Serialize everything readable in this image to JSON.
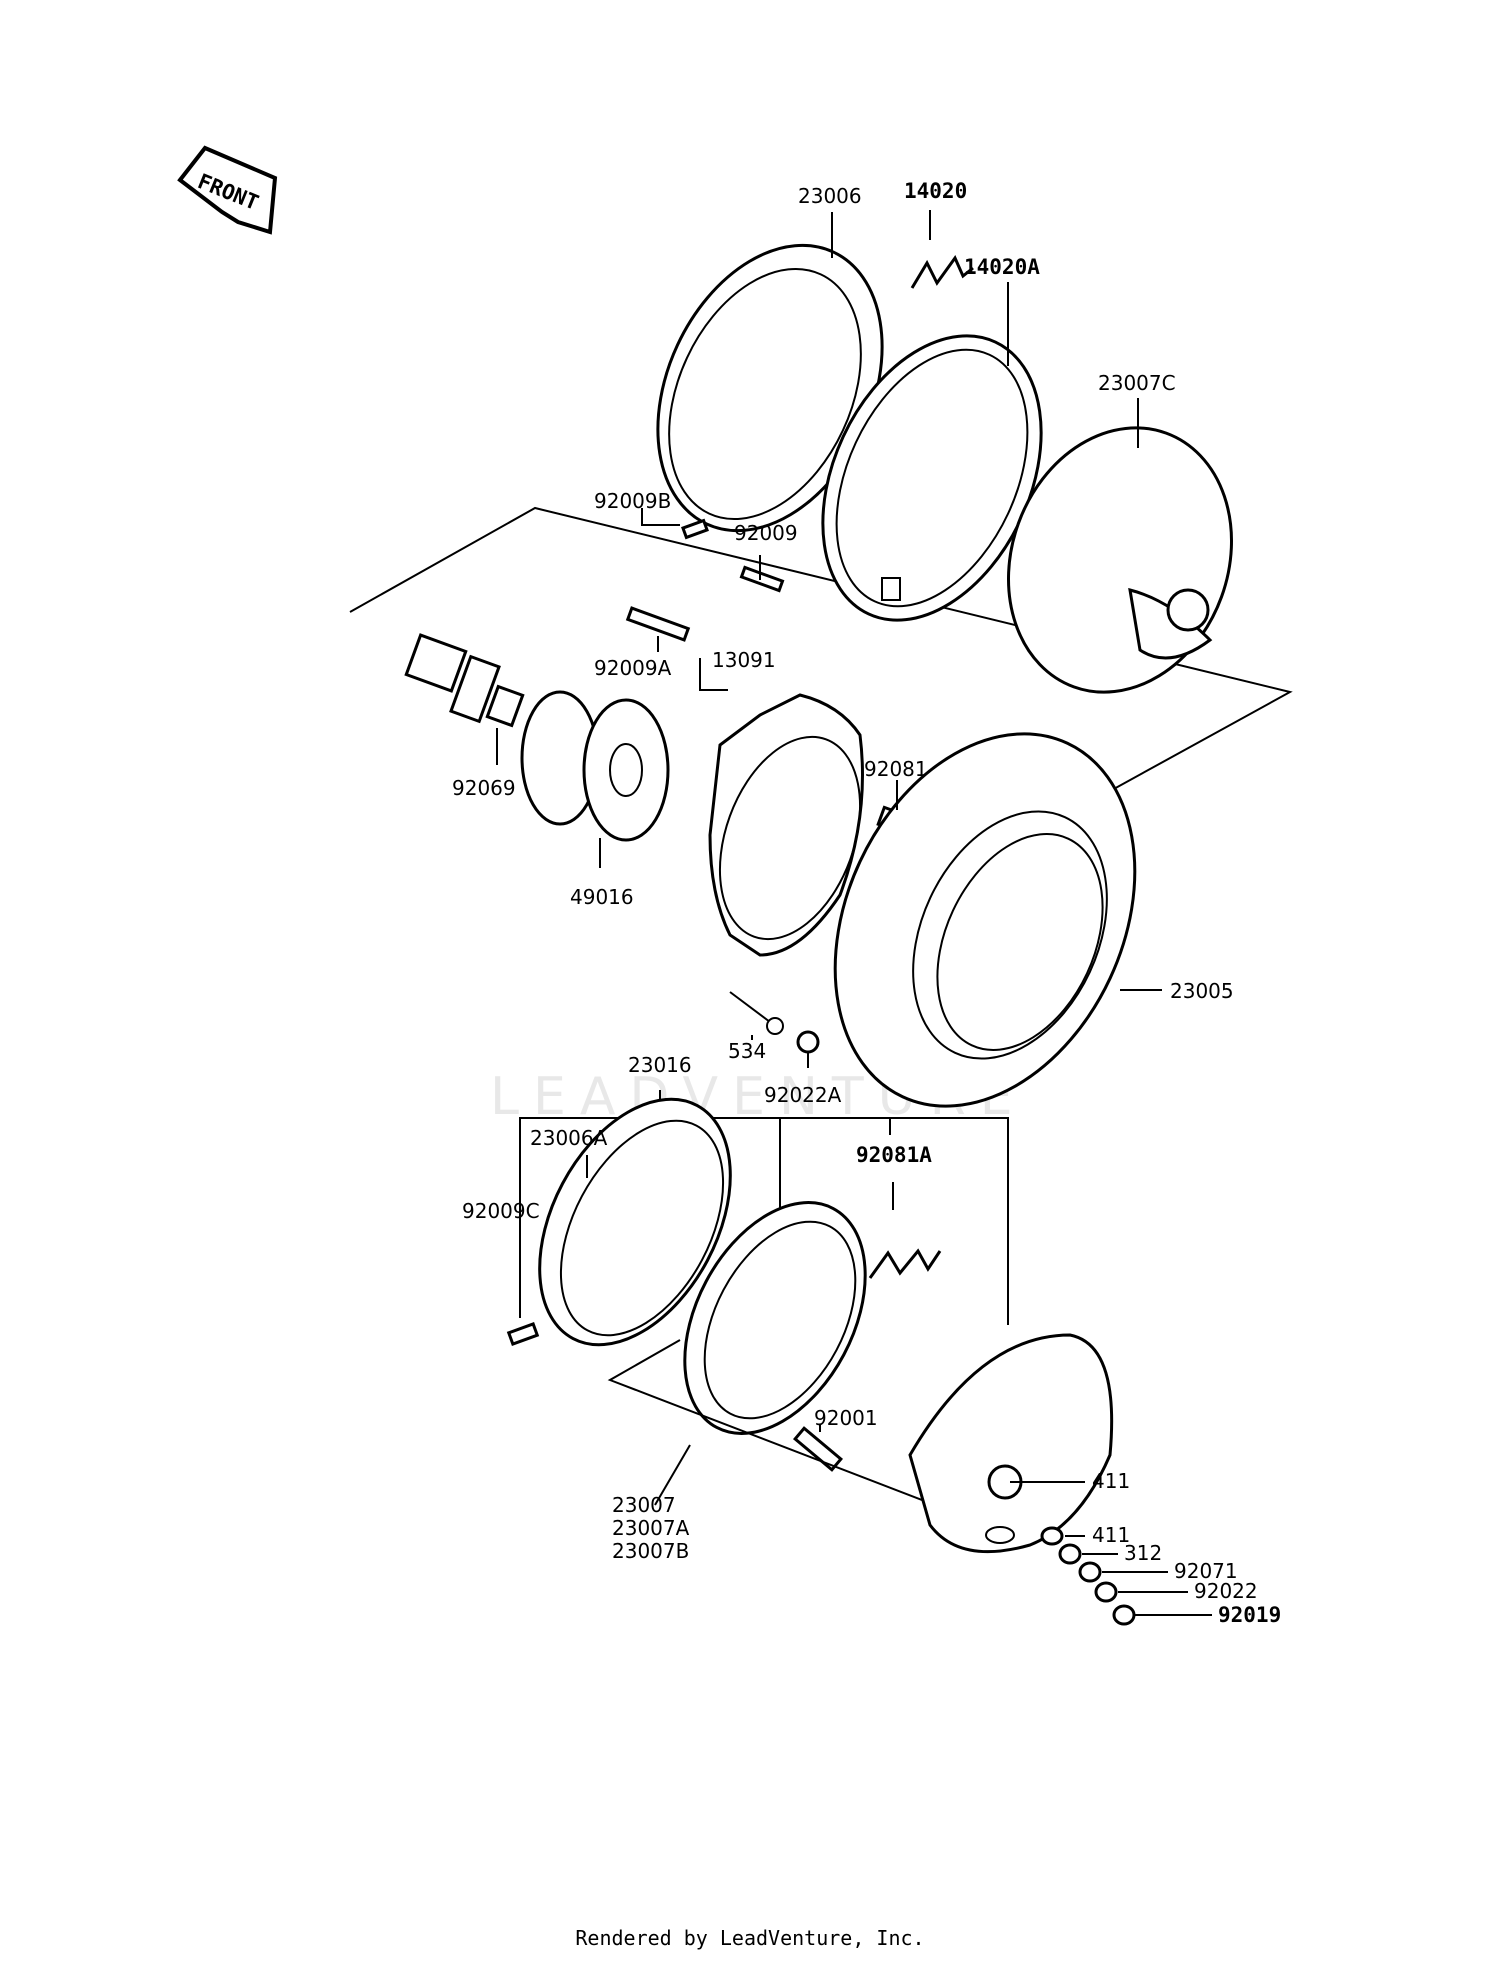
{
  "front_badge": "FRONT",
  "watermark": "LEADVENTURE",
  "footer": "Rendered by LeadVenture, Inc.",
  "labels": {
    "p23006": "23006",
    "p14020": "14020",
    "p14020A": "14020A",
    "p23007C": "23007C",
    "p92009B": "92009B",
    "p92009": "92009",
    "p92009A": "92009A",
    "p13091": "13091",
    "p92069": "92069",
    "p49016": "49016",
    "p92081": "92081",
    "p23005": "23005",
    "p534": "534",
    "p92022A": "92022A",
    "p23016": "23016",
    "p23006A": "23006A",
    "p92081A": "92081A",
    "p92009C": "92009C",
    "p92001": "92001",
    "p23007": "23007",
    "p23007A": "23007A",
    "p23007B": "23007B",
    "p411a": "411",
    "p411b": "411",
    "p312": "312",
    "p92071": "92071",
    "p92022": "92022",
    "p92019": "92019"
  }
}
